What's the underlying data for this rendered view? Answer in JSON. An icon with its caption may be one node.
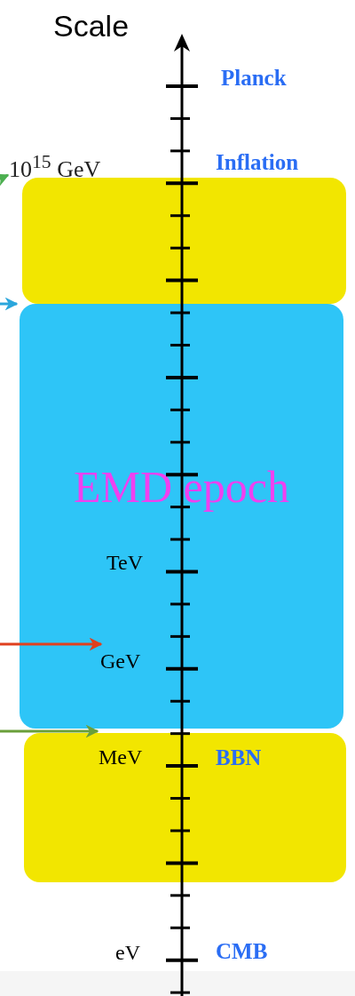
{
  "diagram": {
    "nodes": [
      {
        "text": [],
        "shape": "box"
      },
      {
        "text": [
          "EMD epoch"
        ]
      },
      {
        "text": [],
        "shape": "box"
      }
    ],
    "edges": [
      {
        "from": null,
        "to": 0,
        "arrow": "to",
        "color": "#4caf50"
      },
      {
        "from": null,
        "to": 1,
        "arrow": "to",
        "color": "#2aa6dc"
      },
      {
        "from": null,
        "to": 1,
        "arrow": "to",
        "color": "#e0401e"
      },
      {
        "from": null,
        "to": 2,
        "arrow": "to",
        "color": "#6a9f3a"
      }
    ],
    "labels": [
      "Scale",
      "Planck",
      "10$^{15}$ GeV",
      "Inflation",
      "TeV",
      "GeV",
      "MeV",
      "BBN",
      "eV",
      "CMB"
    ]
  }
}
